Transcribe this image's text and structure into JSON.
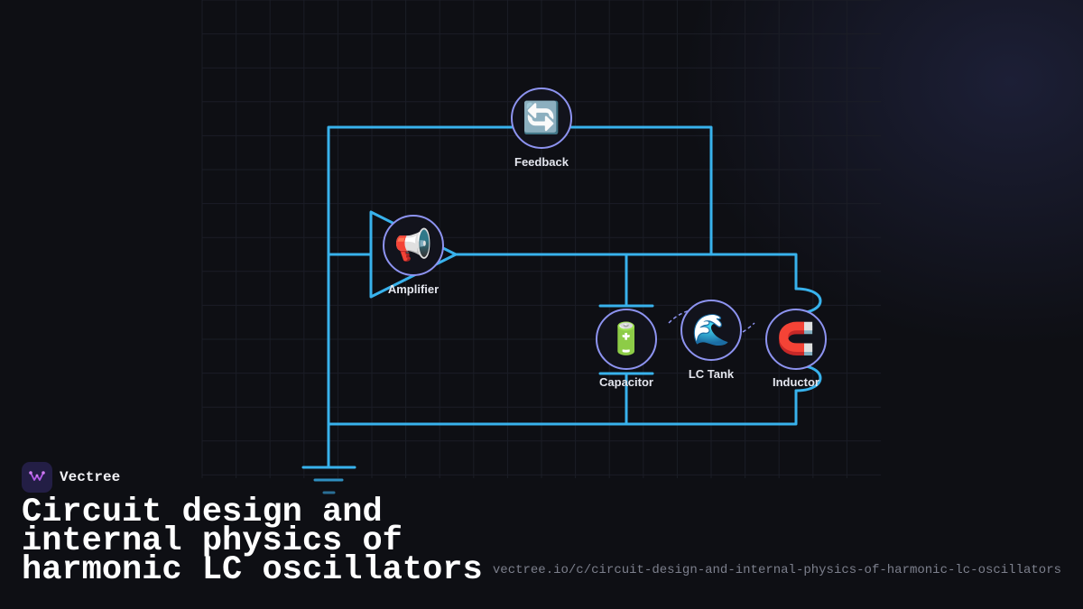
{
  "brand": {
    "name": "Vectree"
  },
  "title": "Circuit design and internal physics of harmonic LC oscillators",
  "url": "vectree.io/c/circuit-design-and-internal-physics-of-harmonic-lc-oscillators",
  "nodes": {
    "feedback": {
      "label": "Feedback",
      "icon": "🔄",
      "icon_name": "refresh-arrows-icon"
    },
    "amplifier": {
      "label": "Amplifier",
      "icon": "📢",
      "icon_name": "megaphone-icon"
    },
    "capacitor": {
      "label": "Capacitor",
      "icon": "🔋",
      "icon_name": "battery-icon"
    },
    "lc_tank": {
      "label": "LC Tank",
      "icon": "🌊",
      "icon_name": "wave-icon"
    },
    "inductor": {
      "label": "Inductor",
      "icon": "🧲",
      "icon_name": "magnet-icon"
    }
  },
  "colors": {
    "wire": "#38b2ec",
    "node_ring": "#8d93f0",
    "node_fill": "#12131c",
    "grid": "#1b1d26",
    "ground_fade": "#2a6f96"
  }
}
